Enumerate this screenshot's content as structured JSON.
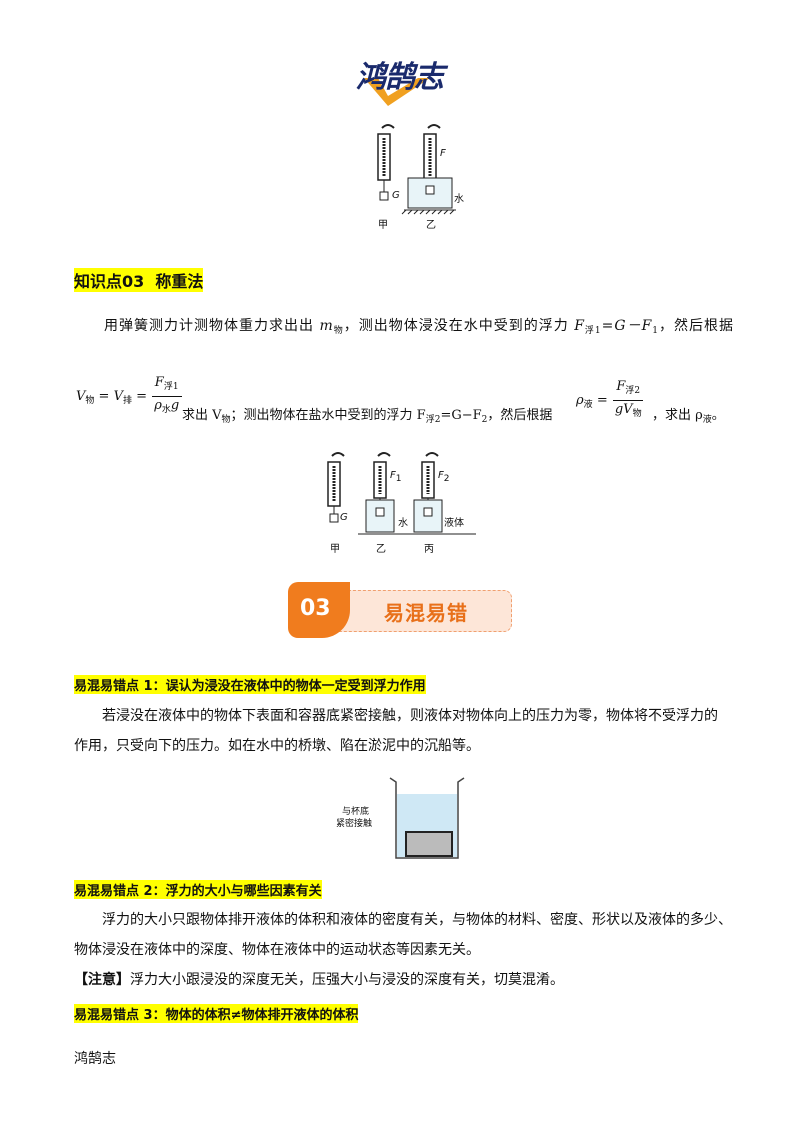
{
  "logo": {
    "text": "鸿鹄志",
    "brand_color": "#1a2a6c",
    "accent_color": "#f0a020"
  },
  "figure1": {
    "label_left": "甲",
    "label_right": "乙",
    "label_g": "G",
    "label_f": "F",
    "label_water": "水"
  },
  "section": {
    "title": "知识点03  称重法"
  },
  "para1": {
    "line1_a": "用弹簧测力计测物体重力求出出 ",
    "m": "m",
    "m_sub": "物",
    "line1_b": "，测出物体浸没在水中受到的浮力 ",
    "F": "F",
    "F_sub": "浮1",
    "line1_c": "=G－F",
    "F1_sub": "1",
    "line1_d": "，然后根据"
  },
  "formula1": {
    "lhs_V": "V",
    "lhs_sub": "物",
    "eq": "=",
    "V2": "V",
    "V2_sub": "排",
    "num": "F",
    "num_sub": "浮1",
    "den": "ρ",
    "den_sub": "水",
    "den_g": "g"
  },
  "para2": {
    "a": "求出 V",
    "a_sub": "物",
    "b": "；测出物体在盐水中受到的浮力 F",
    "b_sub": "浮2",
    "c": "=G−F",
    "c_sub": "2",
    "d": "，然后根据",
    "e": "，求出 ρ",
    "e_sub": "液",
    "f": "。"
  },
  "formula2": {
    "lhs": "ρ",
    "lhs_sub": "液",
    "eq": "=",
    "num": "F",
    "num_sub": "浮2",
    "den": "gV",
    "den_sub": "物"
  },
  "figure2": {
    "label_a": "甲",
    "label_b": "乙",
    "label_c": "丙",
    "label_g": "G",
    "label_f1": "F",
    "label_f1_sub": "1",
    "label_f2": "F",
    "label_f2_sub": "2",
    "label_water": "水",
    "label_liquid": "液体"
  },
  "banner": {
    "number": "03",
    "title": "易混易错",
    "number_color": "#f07c1e",
    "title_color": "#e8701a"
  },
  "point1": {
    "title": "易混易错点 1：误认为浸没在液体中的物体一定受到浮力作用",
    "line1": "若浸没在液体中的物体下表面和容器底紧密接触，则液体对物体向上的压力为零，物体将不受浮力的",
    "line2": "作用，只受向下的压力。如在水中的桥墩、陷在淤泥中的沉船等。"
  },
  "figure3": {
    "line1": "与杯底",
    "line2": "紧密接触"
  },
  "point2": {
    "title": "易混易错点 2：浮力的大小与哪些因素有关",
    "line1": "浮力的大小只跟物体排开液体的体积和液体的密度有关，与物体的材料、密度、形状以及液体的多少、",
    "line2": "物体浸没在液体中的深度、物体在液体中的运动状态等因素无关。",
    "note_label": "【注意】",
    "note_text": "浮力大小跟浸没的深度无关，压强大小与浸没的深度有关，切莫混淆。"
  },
  "point3": {
    "title": "易混易错点 3：物体的体积≠物体排开液体的体积"
  },
  "footer": {
    "text": "鸿鹄志"
  }
}
